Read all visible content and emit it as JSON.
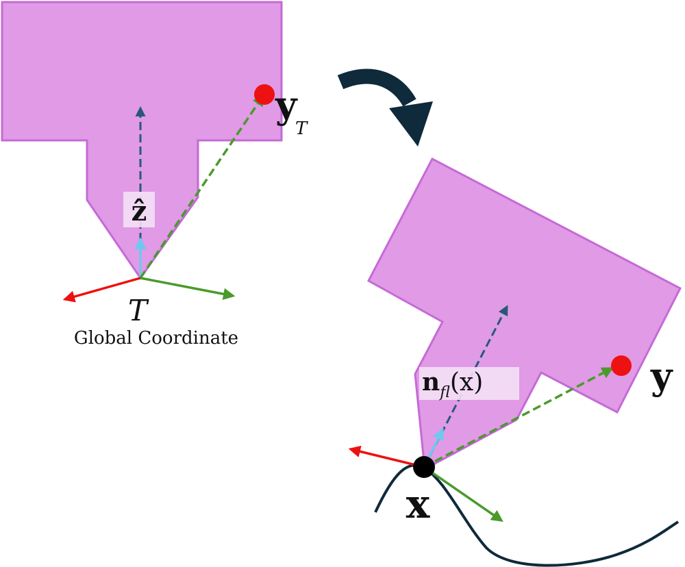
{
  "left_tool": {
    "point_label": "y",
    "point_subscript": "T",
    "axis_label": "ẑ",
    "frame_symbol": "T",
    "caption": "Global Coordinate"
  },
  "right_tool": {
    "point_label": "y",
    "normal_label": "n",
    "normal_subscript": "fl",
    "normal_arg": "(x)",
    "contact_label": "x"
  },
  "colors": {
    "tool_fill": "#e09ae6",
    "tool_stroke": "#c56ad6",
    "x_axis": "#ee1111",
    "y_axis": "#4a9a2c",
    "z_short": "#6ec8f0",
    "z_long": "#27587a",
    "dashed_green": "#4a9a2c",
    "point": "#ee1111",
    "contact_point": "#000000",
    "curve": "#0f2a3a",
    "rotation_arrow": "#0f2a3a"
  }
}
